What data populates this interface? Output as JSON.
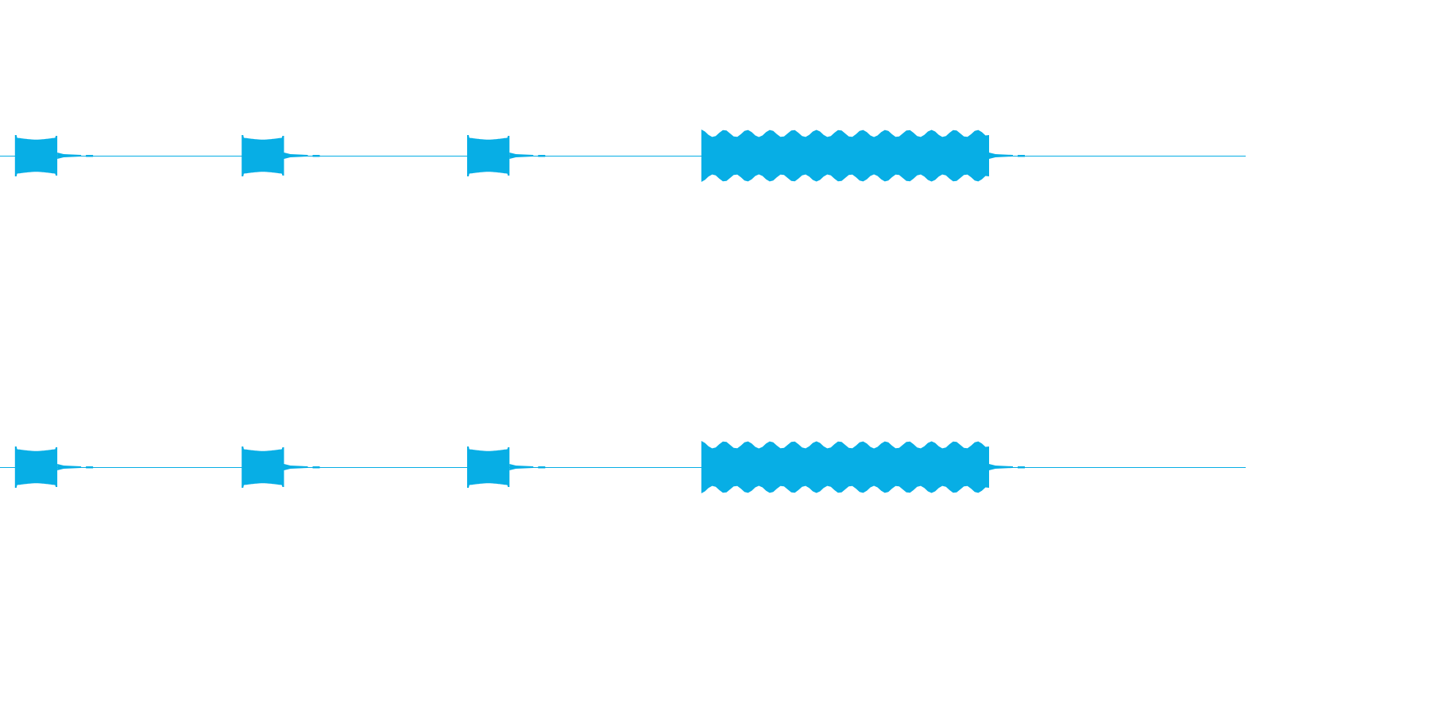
{
  "colors": {
    "background": "#ffffff",
    "waveform": "#07aee5"
  },
  "audio": {
    "channels": [
      {
        "segments": [
          {
            "start": 0.012,
            "end": 0.046,
            "kind": "short"
          },
          {
            "start": 0.194,
            "end": 0.228,
            "kind": "short"
          },
          {
            "start": 0.375,
            "end": 0.409,
            "kind": "short"
          },
          {
            "start": 0.563,
            "end": 0.794,
            "kind": "long"
          }
        ]
      },
      {
        "segments": [
          {
            "start": 0.012,
            "end": 0.046,
            "kind": "short"
          },
          {
            "start": 0.194,
            "end": 0.228,
            "kind": "short"
          },
          {
            "start": 0.375,
            "end": 0.409,
            "kind": "short"
          },
          {
            "start": 0.563,
            "end": 0.794,
            "kind": "long"
          }
        ]
      }
    ]
  }
}
